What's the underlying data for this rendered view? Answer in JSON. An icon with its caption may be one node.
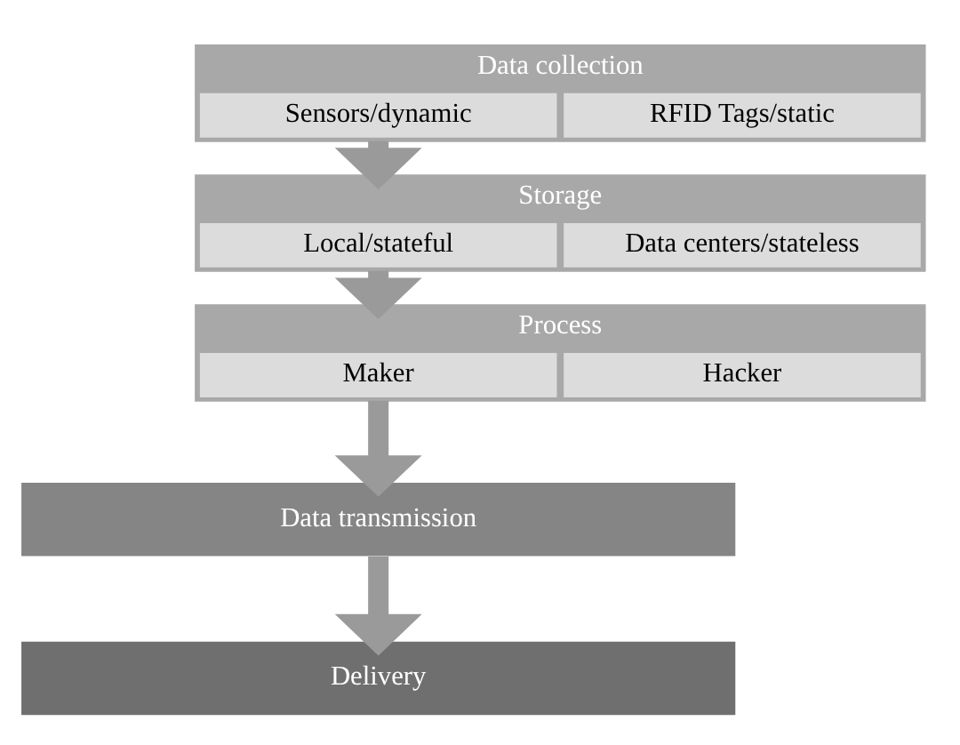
{
  "diagram": {
    "nodes": [
      {
        "text": [
          "Data collection"
        ]
      },
      {
        "text": [
          "Sensors/dynamic"
        ],
        "in": 0
      },
      {
        "text": [
          "RFID Tags/static"
        ],
        "in": 0
      },
      {
        "text": [
          "Storage"
        ]
      },
      {
        "text": [
          "Local/stateful"
        ],
        "in": 3
      },
      {
        "text": [
          "Data centers/stateless"
        ],
        "in": 3
      },
      {
        "text": [
          "Process"
        ]
      },
      {
        "text": [
          "Maker"
        ],
        "in": 6
      },
      {
        "text": [
          "Hacker"
        ],
        "in": 6
      },
      {
        "text": [
          "Data transmission"
        ]
      },
      {
        "text": [
          "Delivery"
        ]
      }
    ],
    "edges": [
      {
        "from": 0,
        "to": 3,
        "arrow": "to"
      },
      {
        "from": 3,
        "to": 6,
        "arrow": "to"
      },
      {
        "from": 6,
        "to": 9,
        "arrow": "to"
      },
      {
        "from": 9,
        "to": 10,
        "arrow": "to"
      }
    ]
  }
}
